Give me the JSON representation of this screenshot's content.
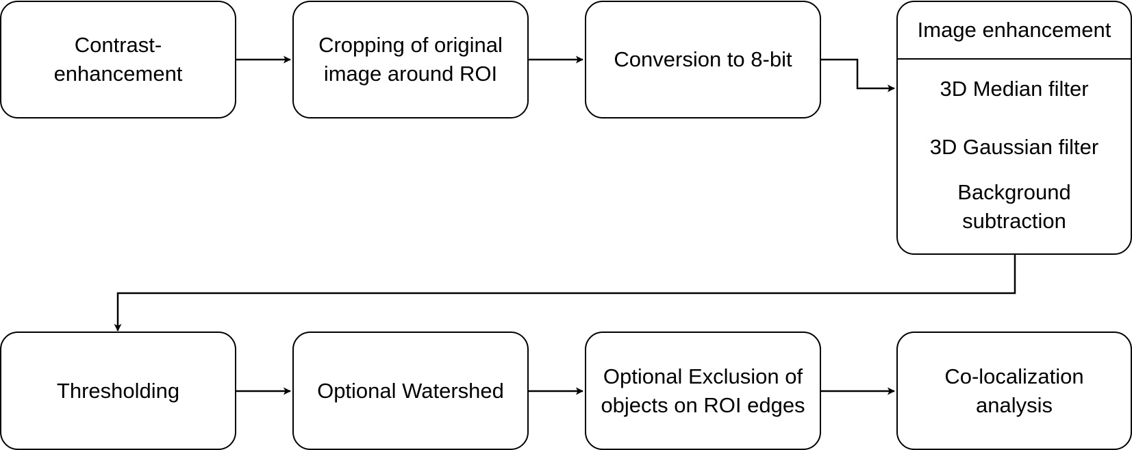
{
  "nodes": {
    "contrast": "Contrast-\nenhancement",
    "cropping": "Cropping of original\nimage around ROI",
    "conversion": "Conversion to 8-bit",
    "thresholding": "Thresholding",
    "watershed": "Optional Watershed",
    "exclusion": "Optional Exclusion of\nobjects on ROI edges",
    "colocalization": "Co-localization\nanalysis"
  },
  "enhancement": {
    "title": "Image enhancement",
    "items": [
      "3D Median filter",
      "3D Gaussian filter",
      "Background\nsubtraction"
    ]
  },
  "colors": {
    "stroke": "#000000",
    "fill": "#ffffff"
  }
}
